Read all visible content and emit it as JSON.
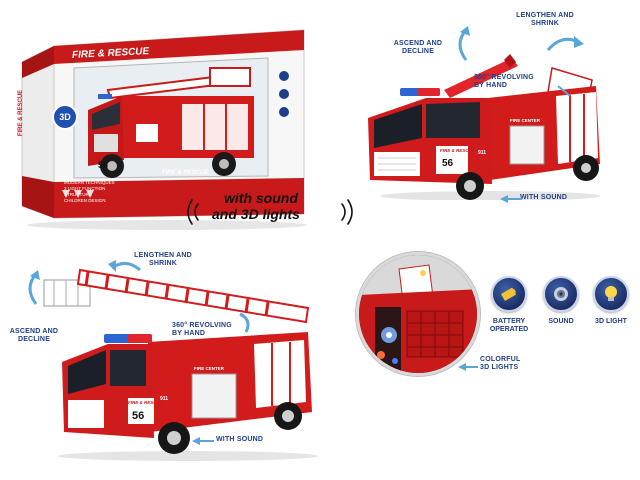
{
  "product_box": {
    "brand_lines": [
      "FIRE & RESCUE"
    ],
    "badge": "3D",
    "side_text": "FIRE & RESCUE",
    "bullets": [
      "MODERN TECHNIQUES",
      "3 LIGHT FUNCTION",
      "STRUCTURE",
      "CHILDREN DESIGN"
    ]
  },
  "truck_text": {
    "door_logo": "FIRE & RESCUE",
    "number": "56",
    "small_number": "911",
    "panel_text": "FIRE CENTER"
  },
  "top_right": {
    "ascend": "ASCEND AND",
    "ascend2": "DECLINE",
    "lengthen": "LENGTHEN AND",
    "lengthen2": "SHRINK",
    "revolving": "360°  REVOLVING",
    "revolving2": "BY HAND",
    "sound": "WITH SOUND"
  },
  "tagline": {
    "line1": "with sound",
    "line2": "and 3D lights"
  },
  "bottom_left": {
    "lengthen": "LENGTHEN AND",
    "lengthen2": "SHRINK",
    "ascend": "ASCEND AND",
    "ascend2": "DECLINE",
    "revolving": "360°  REVOLVING",
    "revolving2": "BY HAND",
    "sound": "WITH SOUND"
  },
  "bottom_right": {
    "colorful": "COLORFUL",
    "colorful2": "3D LIGHTS",
    "features": [
      {
        "icon": "battery-icon",
        "label": "BATTERY",
        "label2": "OPERATED"
      },
      {
        "icon": "sound-icon",
        "label": "SOUND",
        "label2": ""
      },
      {
        "icon": "light-bulb-icon",
        "label": "3D LIGHT",
        "label2": ""
      }
    ]
  },
  "colors": {
    "truck_red": "#d21c1c",
    "dark_red": "#8e0f0f",
    "label_blue": "#1f3e8a",
    "arrow_blue": "#5aa6d8",
    "box_white": "#f4f4f4"
  }
}
